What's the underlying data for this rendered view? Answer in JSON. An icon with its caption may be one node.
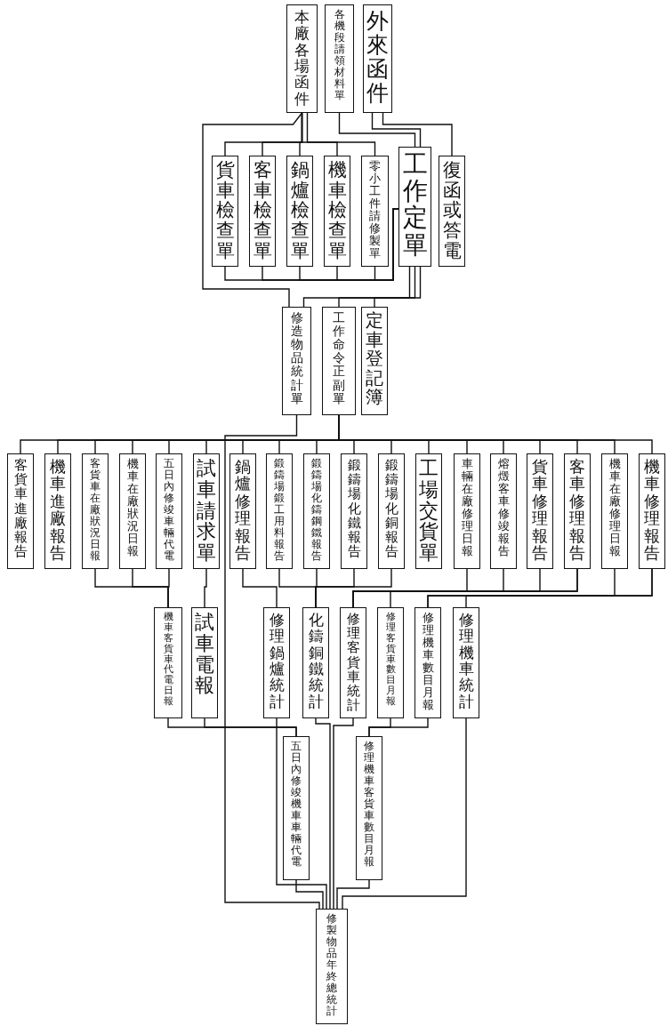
{
  "diagram": {
    "nodes": [
      {
        "text": [
          "本廠各場函件"
        ]
      },
      {
        "text": [
          "各機段請領材料單"
        ]
      },
      {
        "text": [
          "外來函件"
        ]
      },
      {
        "text": [
          "貨車檢查單"
        ]
      },
      {
        "text": [
          "客車檢查單"
        ]
      },
      {
        "text": [
          "鍋爐檢查單"
        ]
      },
      {
        "text": [
          "機車檢查單"
        ]
      },
      {
        "text": [
          "零小工件請修製單"
        ]
      },
      {
        "text": [
          "工作定單"
        ]
      },
      {
        "text": [
          "復函或答電"
        ]
      },
      {
        "text": [
          "修造物品統計單"
        ]
      },
      {
        "text": [
          "工作命令正副單"
        ]
      },
      {
        "text": [
          "定車登記簿"
        ]
      },
      {
        "text": [
          "客貨車進廠報告"
        ]
      },
      {
        "text": [
          "機車進廠報告"
        ]
      },
      {
        "text": [
          "客貨車在廠狀況日報"
        ]
      },
      {
        "text": [
          "機車在廠狀況日報"
        ]
      },
      {
        "text": [
          "五日內修竣車輛代電"
        ]
      },
      {
        "text": [
          "試車請求單"
        ]
      },
      {
        "text": [
          "鍋爐修理報告"
        ]
      },
      {
        "text": [
          "鍛鑄場鍛工用料報告"
        ]
      },
      {
        "text": [
          "鍛鑄場化鑄鋼鐵報告"
        ]
      },
      {
        "text": [
          "鍛鑄場化鐵報告"
        ]
      },
      {
        "text": [
          "鍛鑄場化銅報告"
        ]
      },
      {
        "text": [
          "工場交貨單"
        ]
      },
      {
        "text": [
          "車輛在廠修理日報"
        ]
      },
      {
        "text": [
          "熔燬客車修竣報告"
        ]
      },
      {
        "text": [
          "貨車修理報告"
        ]
      },
      {
        "text": [
          "客車修理報告"
        ]
      },
      {
        "text": [
          "機車在廠修理日報"
        ]
      },
      {
        "text": [
          "機車修理報告"
        ]
      },
      {
        "text": [
          "機車客貨車代電日報"
        ]
      },
      {
        "text": [
          "試車電報"
        ]
      },
      {
        "text": [
          "修理鍋爐統計"
        ]
      },
      {
        "text": [
          "化鑄銅鐵統計"
        ]
      },
      {
        "text": [
          "修理客貨車統計"
        ]
      },
      {
        "text": [
          "修理客貨車數目月報"
        ]
      },
      {
        "text": [
          "修理機車數目月報"
        ]
      },
      {
        "text": [
          "修理機車統計"
        ]
      },
      {
        "text": [
          "五日內修竣機車車輛代電"
        ]
      },
      {
        "text": [
          "修理機車客貨車數目月報"
        ]
      },
      {
        "text": [
          "修製物品年終總統計"
        ]
      }
    ],
    "edges": [
      {
        "from": 0,
        "to": 3,
        "arrow": "none"
      },
      {
        "from": 0,
        "to": 4,
        "arrow": "none"
      },
      {
        "from": 0,
        "to": 5,
        "arrow": "none"
      },
      {
        "from": 0,
        "to": 6,
        "arrow": "none"
      },
      {
        "from": 0,
        "to": 7,
        "arrow": "none"
      },
      {
        "from": 0,
        "to": 10,
        "arrow": "none"
      },
      {
        "from": 1,
        "to": 8,
        "arrow": "none"
      },
      {
        "from": 2,
        "to": 8,
        "arrow": "none"
      },
      {
        "from": 2,
        "to": 9,
        "arrow": "none"
      },
      {
        "from": 3,
        "to": 8,
        "arrow": "none"
      },
      {
        "from": 4,
        "to": 8,
        "arrow": "none"
      },
      {
        "from": 5,
        "to": 8,
        "arrow": "none"
      },
      {
        "from": 6,
        "to": 8,
        "arrow": "none"
      },
      {
        "from": 7,
        "to": 8,
        "arrow": "none"
      },
      {
        "from": 8,
        "to": 10,
        "arrow": "none"
      },
      {
        "from": 8,
        "to": 11,
        "arrow": "none"
      },
      {
        "from": 8,
        "to": 12,
        "arrow": "none"
      },
      {
        "from": 11,
        "to": 13,
        "arrow": "none"
      },
      {
        "from": 11,
        "to": 14,
        "arrow": "none"
      },
      {
        "from": 11,
        "to": 15,
        "arrow": "none"
      },
      {
        "from": 11,
        "to": 16,
        "arrow": "none"
      },
      {
        "from": 11,
        "to": 17,
        "arrow": "none"
      },
      {
        "from": 11,
        "to": 18,
        "arrow": "none"
      },
      {
        "from": 11,
        "to": 19,
        "arrow": "none"
      },
      {
        "from": 11,
        "to": 20,
        "arrow": "none"
      },
      {
        "from": 11,
        "to": 21,
        "arrow": "none"
      },
      {
        "from": 11,
        "to": 22,
        "arrow": "none"
      },
      {
        "from": 11,
        "to": 23,
        "arrow": "none"
      },
      {
        "from": 11,
        "to": 24,
        "arrow": "none"
      },
      {
        "from": 11,
        "to": 25,
        "arrow": "none"
      },
      {
        "from": 11,
        "to": 26,
        "arrow": "none"
      },
      {
        "from": 11,
        "to": 27,
        "arrow": "none"
      },
      {
        "from": 11,
        "to": 28,
        "arrow": "none"
      },
      {
        "from": 11,
        "to": 29,
        "arrow": "none"
      },
      {
        "from": 11,
        "to": 30,
        "arrow": "none"
      },
      {
        "from": 15,
        "to": 31,
        "arrow": "none"
      },
      {
        "from": 16,
        "to": 31,
        "arrow": "none"
      },
      {
        "from": 17,
        "to": 31,
        "arrow": "none"
      },
      {
        "from": 18,
        "to": 32,
        "arrow": "none"
      },
      {
        "from": 19,
        "to": 33,
        "arrow": "none"
      },
      {
        "from": 20,
        "to": 34,
        "arrow": "none"
      },
      {
        "from": 21,
        "to": 34,
        "arrow": "none"
      },
      {
        "from": 22,
        "to": 34,
        "arrow": "none"
      },
      {
        "from": 23,
        "to": 34,
        "arrow": "none"
      },
      {
        "from": 25,
        "to": 35,
        "arrow": "none"
      },
      {
        "from": 26,
        "to": 35,
        "arrow": "none"
      },
      {
        "from": 27,
        "to": 35,
        "arrow": "none"
      },
      {
        "from": 28,
        "to": 35,
        "arrow": "none"
      },
      {
        "from": 28,
        "to": 36,
        "arrow": "none"
      },
      {
        "from": 29,
        "to": 37,
        "arrow": "none"
      },
      {
        "from": 30,
        "to": 37,
        "arrow": "none"
      },
      {
        "from": 30,
        "to": 38,
        "arrow": "none"
      },
      {
        "from": 31,
        "to": 39,
        "arrow": "none"
      },
      {
        "from": 32,
        "to": 39,
        "arrow": "none"
      },
      {
        "from": 36,
        "to": 40,
        "arrow": "none"
      },
      {
        "from": 37,
        "to": 40,
        "arrow": "none"
      },
      {
        "from": 10,
        "to": 41,
        "arrow": "none"
      },
      {
        "from": 39,
        "to": 41,
        "arrow": "none"
      },
      {
        "from": 33,
        "to": 41,
        "arrow": "none"
      },
      {
        "from": 34,
        "to": 41,
        "arrow": "none"
      },
      {
        "from": 35,
        "to": 41,
        "arrow": "none"
      },
      {
        "from": 40,
        "to": 41,
        "arrow": "none"
      },
      {
        "from": 38,
        "to": 41,
        "arrow": "none"
      }
    ]
  }
}
